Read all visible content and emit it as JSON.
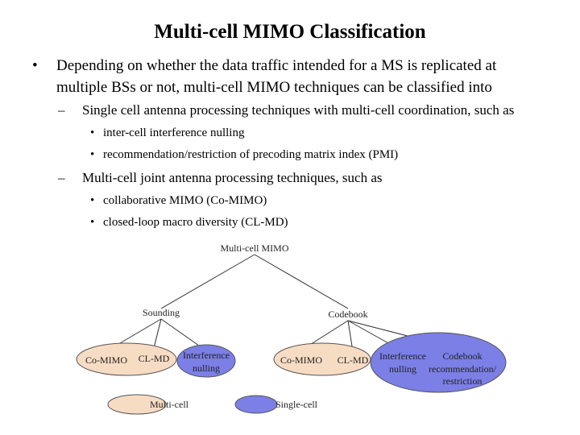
{
  "slide": {
    "title": "Multi-cell MIMO Classification",
    "bullet_mark": "•",
    "dash_mark": "–",
    "sub_mark": "•",
    "main_bullet": "Depending on whether the data traffic intended for a MS is replicated at multiple BSs or not, multi-cell MIMO techniques can be classified into",
    "groups": [
      {
        "label": "Single cell antenna processing techniques with multi-cell coordination, such as",
        "items": [
          "inter-cell interference nulling",
          "recommendation/restriction of precoding matrix index (PMI)"
        ]
      },
      {
        "label": "Multi-cell joint antenna processing techniques, such as",
        "items": [
          "collaborative MIMO (Co-MIMO)",
          "closed-loop macro diversity (CL-MD)"
        ]
      }
    ]
  },
  "diagram": {
    "root": "Multi-cell MIMO",
    "sounding": "Sounding",
    "codebook": "Codebook",
    "left_multi": [
      "Co-MIMO",
      "CL-MD"
    ],
    "left_single": [
      "Interference",
      "nulling"
    ],
    "right_multi": [
      "Co-MIMO",
      "CL-MD"
    ],
    "right_single_a": [
      "Interference",
      "nulling"
    ],
    "right_single_b": [
      "Codebook",
      "recommendation/",
      "restriction"
    ],
    "legend_multi": "Multi-cell",
    "legend_single": "Single-cell",
    "colors": {
      "multi_cell": "#f7dcc4",
      "single_cell": "#7b7fe6",
      "lines": "#333333"
    }
  }
}
